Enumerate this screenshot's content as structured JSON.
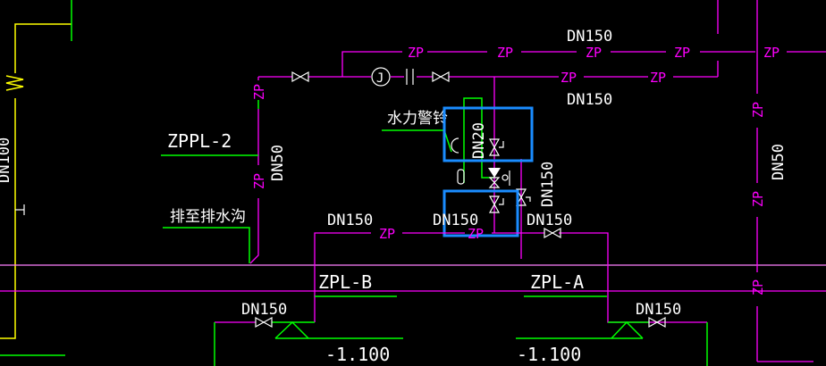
{
  "drawing": {
    "pipe_code": "ZP",
    "sizes": {
      "dn150": "DN150",
      "dn50": "DN50",
      "dn20": "DN20",
      "dn100": "DN100"
    },
    "labels": {
      "riser_zppl2": "ZPPL-2",
      "discharge": "排至排水沟",
      "alarm_bell": "水力警铃",
      "riser_zplb": "ZPL-B",
      "riser_zpla": "ZPL-A",
      "elevation": "-1.100",
      "gauge": "J"
    },
    "colors": {
      "pipe": "#ff00ff",
      "leader": "#00ff00",
      "highlight": "#1a8cff",
      "aux": "#ffff00"
    }
  }
}
